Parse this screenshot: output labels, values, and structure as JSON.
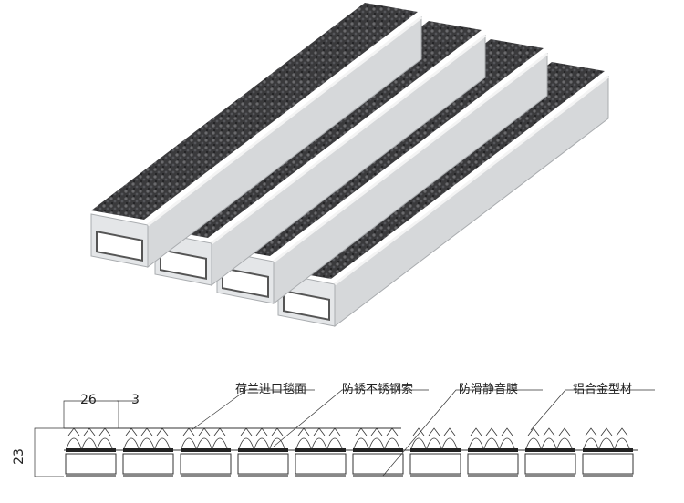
{
  "product": {
    "strip_count": 4,
    "colors": {
      "carpet": "#3a3a3c",
      "aluminum": "#d6d8da",
      "aluminum_dark": "#a9acaf"
    }
  },
  "diagram": {
    "profile_count": 10,
    "labels": [
      "荷兰进口毯面",
      "防锈不锈钢索",
      "防滑静音膜",
      "铝合金型材"
    ],
    "dimensions": {
      "width": "26",
      "gap": "3",
      "height": "23"
    }
  }
}
